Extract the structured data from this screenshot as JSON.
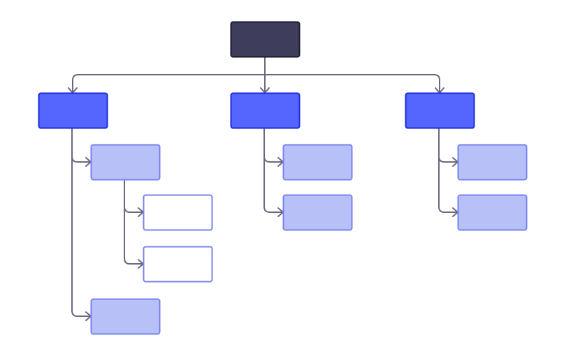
{
  "colors": {
    "background": "#ffffff",
    "root_fill": "#3f3d5c",
    "root_stroke": "#1a1930",
    "level1_fill": "#5566ff",
    "level1_stroke": "#1f2ad6",
    "level2_fill": "#b8c0f8",
    "level2_stroke": "#7683ee",
    "level3_fill": "#ffffff",
    "level3_stroke": "#7683ee",
    "connector": "#6a6880"
  },
  "diagram": {
    "type": "tree",
    "nodes": [
      {
        "id": "root",
        "label": "",
        "level": 0
      },
      {
        "id": "a",
        "label": "",
        "level": 1,
        "parent": "root"
      },
      {
        "id": "b",
        "label": "",
        "level": 1,
        "parent": "root"
      },
      {
        "id": "c",
        "label": "",
        "level": 1,
        "parent": "root"
      },
      {
        "id": "a1",
        "label": "",
        "level": 2,
        "parent": "a"
      },
      {
        "id": "a1a",
        "label": "",
        "level": 3,
        "parent": "a1"
      },
      {
        "id": "a1b",
        "label": "",
        "level": 3,
        "parent": "a1"
      },
      {
        "id": "a2",
        "label": "",
        "level": 2,
        "parent": "a"
      },
      {
        "id": "b1",
        "label": "",
        "level": 2,
        "parent": "b"
      },
      {
        "id": "b2",
        "label": "",
        "level": 2,
        "parent": "b"
      },
      {
        "id": "c1",
        "label": "",
        "level": 2,
        "parent": "c"
      },
      {
        "id": "c2",
        "label": "",
        "level": 2,
        "parent": "c"
      }
    ]
  }
}
